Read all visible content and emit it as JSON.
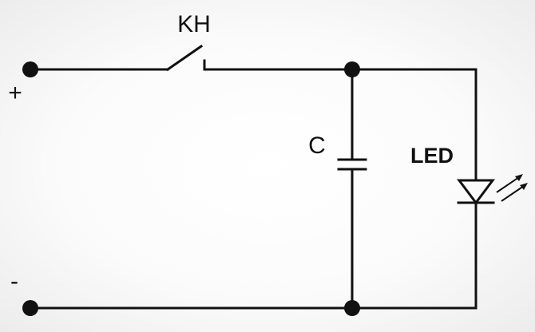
{
  "diagram": {
    "switch_label": "KH",
    "capacitor_label": "C",
    "led_label": "LED",
    "plus_label": "+",
    "minus_label": "-"
  },
  "colors": {
    "wire": "#111111",
    "background": "#ffffff"
  },
  "icons": [
    "switch-icon",
    "capacitor-icon",
    "led-diode-icon",
    "light-emission-arrows-icon"
  ]
}
